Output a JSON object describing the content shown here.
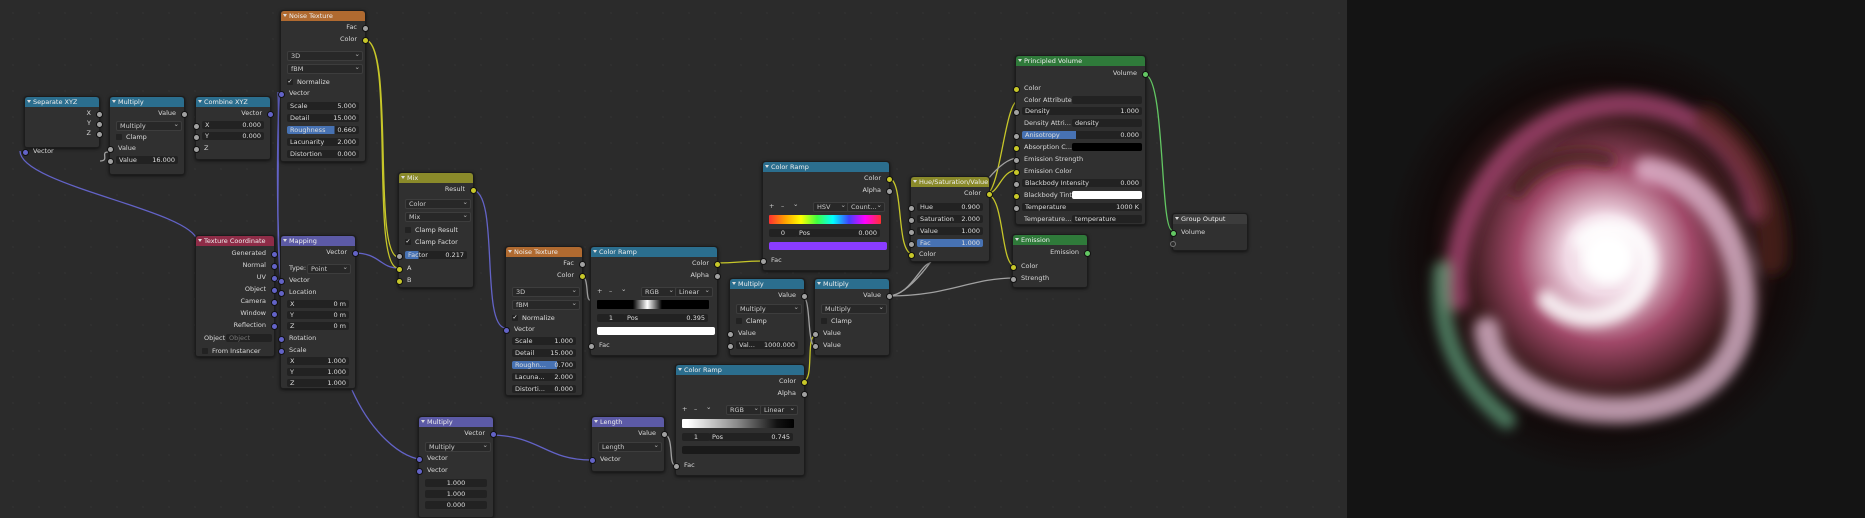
{
  "nodes": {
    "separate_xyz": {
      "title": "Separate XYZ",
      "out_x": "X",
      "out_y": "Y",
      "out_z": "Z",
      "in_vector": "Vector"
    },
    "multiply_math": {
      "title": "Multiply",
      "out_value": "Value",
      "operation": "Multiply",
      "clamp": "Clamp",
      "in_value": "Value",
      "value_label": "Value",
      "value": "16.000"
    },
    "combine_xyz": {
      "title": "Combine XYZ",
      "out_vector": "Vector",
      "x_label": "X",
      "x": "0.000",
      "y_label": "Y",
      "y": "0.000",
      "z_label": "Z"
    },
    "noise1": {
      "title": "Noise Texture",
      "out_fac": "Fac",
      "out_color": "Color",
      "dims": "3D",
      "type": "fBM",
      "normalize": "Normalize",
      "in_vector": "Vector",
      "scale_label": "Scale",
      "scale": "5.000",
      "detail_label": "Detail",
      "detail": "15.000",
      "rough_label": "Roughness",
      "rough": "0.660",
      "lac_label": "Lacunarity",
      "lac": "2.000",
      "dist_label": "Distortion",
      "dist": "0.000"
    },
    "texcoord": {
      "title": "Texture Coordinate",
      "generated": "Generated",
      "normal": "Normal",
      "uv": "UV",
      "object": "Object",
      "camera": "Camera",
      "window": "Window",
      "reflection": "Reflection",
      "object_field": "Object",
      "object_placeholder": "Object",
      "from_instancer": "From Instancer"
    },
    "mapping": {
      "title": "Mapping",
      "out_vector": "Vector",
      "type_label": "Type:",
      "type": "Point",
      "in_vector": "Vector",
      "location": "Location",
      "lx_label": "X",
      "lx": "0 m",
      "ly_label": "Y",
      "ly": "0 m",
      "lz_label": "Z",
      "lz": "0 m",
      "rotation": "Rotation",
      "scale": "Scale",
      "sx_label": "X",
      "sx": "1.000",
      "sy_label": "Y",
      "sy": "1.000",
      "sz_label": "Z",
      "sz": "1.000"
    },
    "mix": {
      "title": "Mix",
      "out_result": "Result",
      "data_type": "Color",
      "blend": "Mix",
      "clamp_result": "Clamp Result",
      "clamp_factor": "Clamp Factor",
      "factor_label": "Factor",
      "factor": "0.217",
      "in_a": "A",
      "in_b": "B"
    },
    "noise2": {
      "title": "Noise Texture",
      "out_fac": "Fac",
      "out_color": "Color",
      "dims": "3D",
      "type": "fBM",
      "normalize": "Normalize",
      "in_vector": "Vector",
      "scale_label": "Scale",
      "scale": "1.000",
      "detail_label": "Detail",
      "detail": "15.000",
      "rough_label": "Roughn...",
      "rough": "0.700",
      "lac_label": "Lacuna...",
      "lac": "2.000",
      "dist_label": "Distorti...",
      "dist": "0.000"
    },
    "ramp1": {
      "title": "Color Ramp",
      "out_color": "Color",
      "out_alpha": "Alpha",
      "plus": "+",
      "minus": "–",
      "menu": "⌄",
      "mode": "RGB",
      "interp": "Linear",
      "index": "1",
      "pos_label": "Pos",
      "pos": "0.395",
      "in_fac": "Fac"
    },
    "ramp_top": {
      "title": "Color Ramp",
      "out_color": "Color",
      "out_alpha": "Alpha",
      "plus": "+",
      "minus": "–",
      "menu": "⌄",
      "mode": "HSV",
      "interp": "Count...",
      "index": "0",
      "pos_label": "Pos",
      "pos": "0.000",
      "in_fac": "Fac"
    },
    "mult_a": {
      "title": "Multiply",
      "out_value": "Value",
      "operation": "Multiply",
      "clamp": "Clamp",
      "in_value": "Value",
      "val_label": "Val...",
      "val": "1000.000"
    },
    "mult_b": {
      "title": "Multiply",
      "out_value": "Value",
      "operation": "Multiply",
      "clamp": "Clamp",
      "in_value1": "Value",
      "in_value2": "Value"
    },
    "ramp_bot": {
      "title": "Color Ramp",
      "out_color": "Color",
      "out_alpha": "Alpha",
      "plus": "+",
      "minus": "–",
      "menu": "⌄",
      "mode": "RGB",
      "interp": "Linear",
      "index": "1",
      "pos_label": "Pos",
      "pos": "0.745",
      "in_fac": "Fac"
    },
    "vec_mult": {
      "title": "Multiply",
      "out_vector": "Vector",
      "operation": "Multiply",
      "in_vector1": "Vector",
      "in_vector2": "Vector",
      "v1": "1.000",
      "v2": "1.000",
      "v3": "0.000"
    },
    "length": {
      "title": "Length",
      "out_value": "Value",
      "operation": "Length",
      "in_vector": "Vector"
    },
    "hsv": {
      "title": "Hue/Saturation/Value",
      "out_color": "Color",
      "hue_label": "Hue",
      "hue": "0.900",
      "sat_label": "Saturation",
      "sat": "2.000",
      "val_label": "Value",
      "val": "1.000",
      "fac_label": "Fac",
      "fac": "1.000",
      "in_color": "Color"
    },
    "volume": {
      "title": "Principled Volume",
      "out_volume": "Volume",
      "color": "Color",
      "color_attr": "Color Attribute",
      "density_label": "Density",
      "density": "1.000",
      "density_attr": "Density Attri...",
      "density_attr_val": "density",
      "aniso_label": "Anisotropy",
      "aniso": "0.000",
      "absorption": "Absorption C...",
      "emission_strength": "Emission Strength",
      "emission_color": "Emission Color",
      "bb_int_label": "Blackbody Intensity",
      "bb_int": "0.000",
      "bb_tint": "Blackbody Tint",
      "temp_label": "Temperature",
      "temp": "1000 K",
      "temp_attr": "Temperature...",
      "temp_attr_val": "temperature"
    },
    "emission": {
      "title": "Emission",
      "out_emission": "Emission",
      "in_color": "Color",
      "in_strength": "Strength"
    },
    "group_output": {
      "title": "Group Output",
      "in_volume": "Volume"
    }
  },
  "colors": {
    "float_socket": "#a1a1a1",
    "color_socket": "#c7c729",
    "vector_socket": "#6363c7",
    "shader_socket": "#63c763"
  }
}
